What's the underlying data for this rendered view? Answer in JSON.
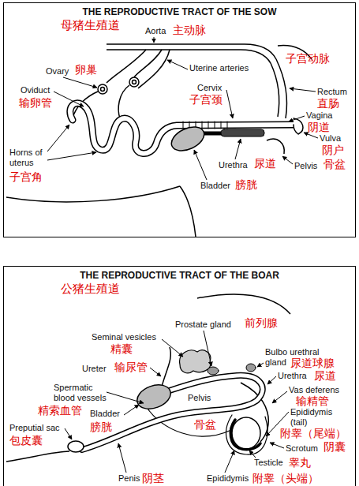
{
  "diagram": {
    "nodes": [
      {
        "text": [
          "THE REPRODUCTIVE TRACT OF THE SOW",
          "母猪生殖道"
        ]
      },
      {
        "text": [
          "THE REPRODUCTIVE TRACT OF THE BOAR",
          "公猪生殖道"
        ]
      }
    ],
    "labels": [
      "Aorta",
      "主动脉",
      "Ovary",
      "卵巢",
      "Uterine arteries",
      "子宫动脉",
      "Oviduct",
      "输卵管",
      "Cervix",
      "子宫颈",
      "Rectum",
      "直肠",
      "Vagina",
      "阴道",
      "Vulva",
      "阴户",
      "Horns of uterus",
      "子宫角",
      "Urethra",
      "尿道",
      "Pelvis",
      "骨盆",
      "Bladder",
      "膀胱",
      "Prostate gland",
      "前列腺",
      "Seminal vesicles",
      "精囊",
      "Ureter",
      "输尿管",
      "Bulbo urethral gland",
      "尿道球腺",
      "Urethra",
      "尿道",
      "Spermatic blood vessels",
      "精索血管",
      "Pelvis",
      "骨盆",
      "Vas deferens",
      "输精管",
      "Bladder",
      "膀胱",
      "Epididymis (tail)",
      "附睾（尾端）",
      "Preputial sac",
      "包皮囊",
      "Scrotum",
      "阴囊",
      "Testicle",
      "睾丸",
      "Penis",
      "阴茎",
      "Epididymis",
      "附睾（头端）"
    ]
  }
}
